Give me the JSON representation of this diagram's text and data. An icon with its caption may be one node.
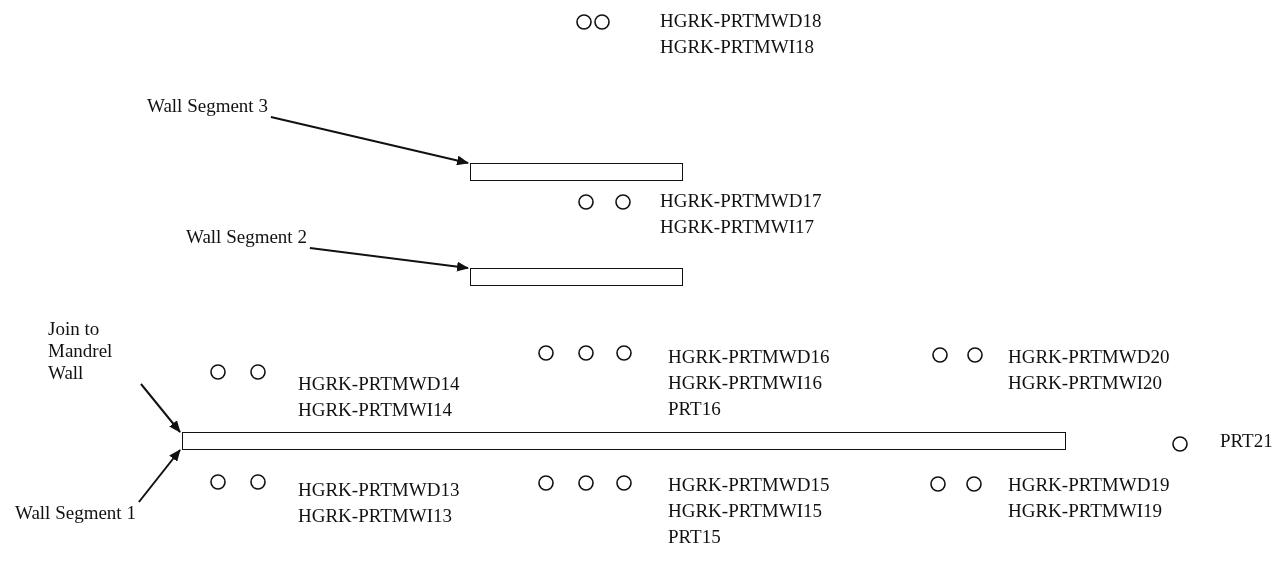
{
  "diagram": {
    "nodes": [
      {
        "text": [
          "Wall Segment 3"
        ]
      },
      {
        "text": [],
        "shape": "bar"
      },
      {
        "text": [
          "Wall Segment 2"
        ]
      },
      {
        "text": [],
        "shape": "bar"
      },
      {
        "text": [
          "Join to Mandrel Wall"
        ]
      },
      {
        "text": [],
        "shape": "bar"
      },
      {
        "text": [
          "Wall Segment 1"
        ]
      }
    ],
    "edges": [
      {
        "from": 0,
        "to": 1,
        "arrow": "to"
      },
      {
        "from": 2,
        "to": 3,
        "arrow": "to"
      },
      {
        "from": 4,
        "to": 5,
        "arrow": "to"
      },
      {
        "from": 6,
        "to": 5,
        "arrow": "to"
      }
    ],
    "labels": [
      "HGRK-PRTMWD18",
      "HGRK-PRTMWI18",
      "HGRK-PRTMWD17",
      "HGRK-PRTMWI17",
      "HGRK-PRTMWD16",
      "HGRK-PRTMWI16",
      "PRT16",
      "HGRK-PRTMWD20",
      "HGRK-PRTMWI20",
      "HGRK-PRTMWD14",
      "HGRK-PRTMWI14",
      "PRT21",
      "HGRK-PRTMWD13",
      "HGRK-PRTMWI13",
      "HGRK-PRTMWD15",
      "HGRK-PRTMWI15",
      "PRT15",
      "HGRK-PRTMWD19",
      "HGRK-PRTMWI19"
    ]
  }
}
